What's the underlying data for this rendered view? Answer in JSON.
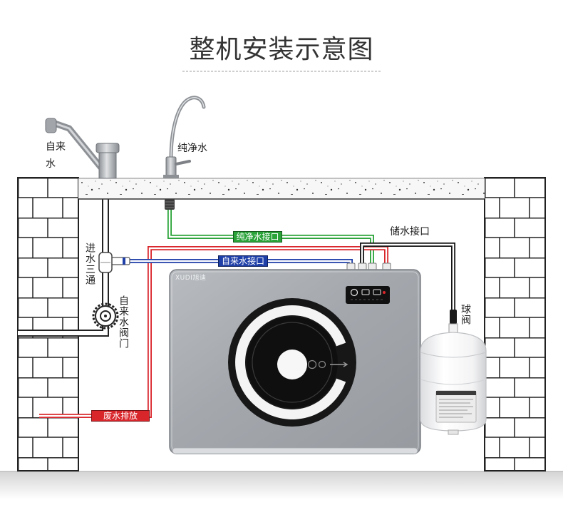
{
  "title": "整机安装示意图",
  "labels": {
    "tap_water": "自来水",
    "pure_water": "纯净水",
    "inlet_tee": "进水三通",
    "tap_valve": "自来水阀门",
    "pure_water_port": "纯净水接口",
    "tap_water_port": "自来水接口",
    "waste_discharge": "废水排放",
    "storage_port": "储水接口",
    "ball_valve": "球阀"
  },
  "machine": {
    "brand": "XUDI旭迪"
  },
  "colors": {
    "pure_water_pipe": "#2aa339",
    "tap_water_pipe": "#1f3fa8",
    "waste_pipe": "#d9262b",
    "storage_pipe": "#151515",
    "supply_pipe": "#222222"
  }
}
